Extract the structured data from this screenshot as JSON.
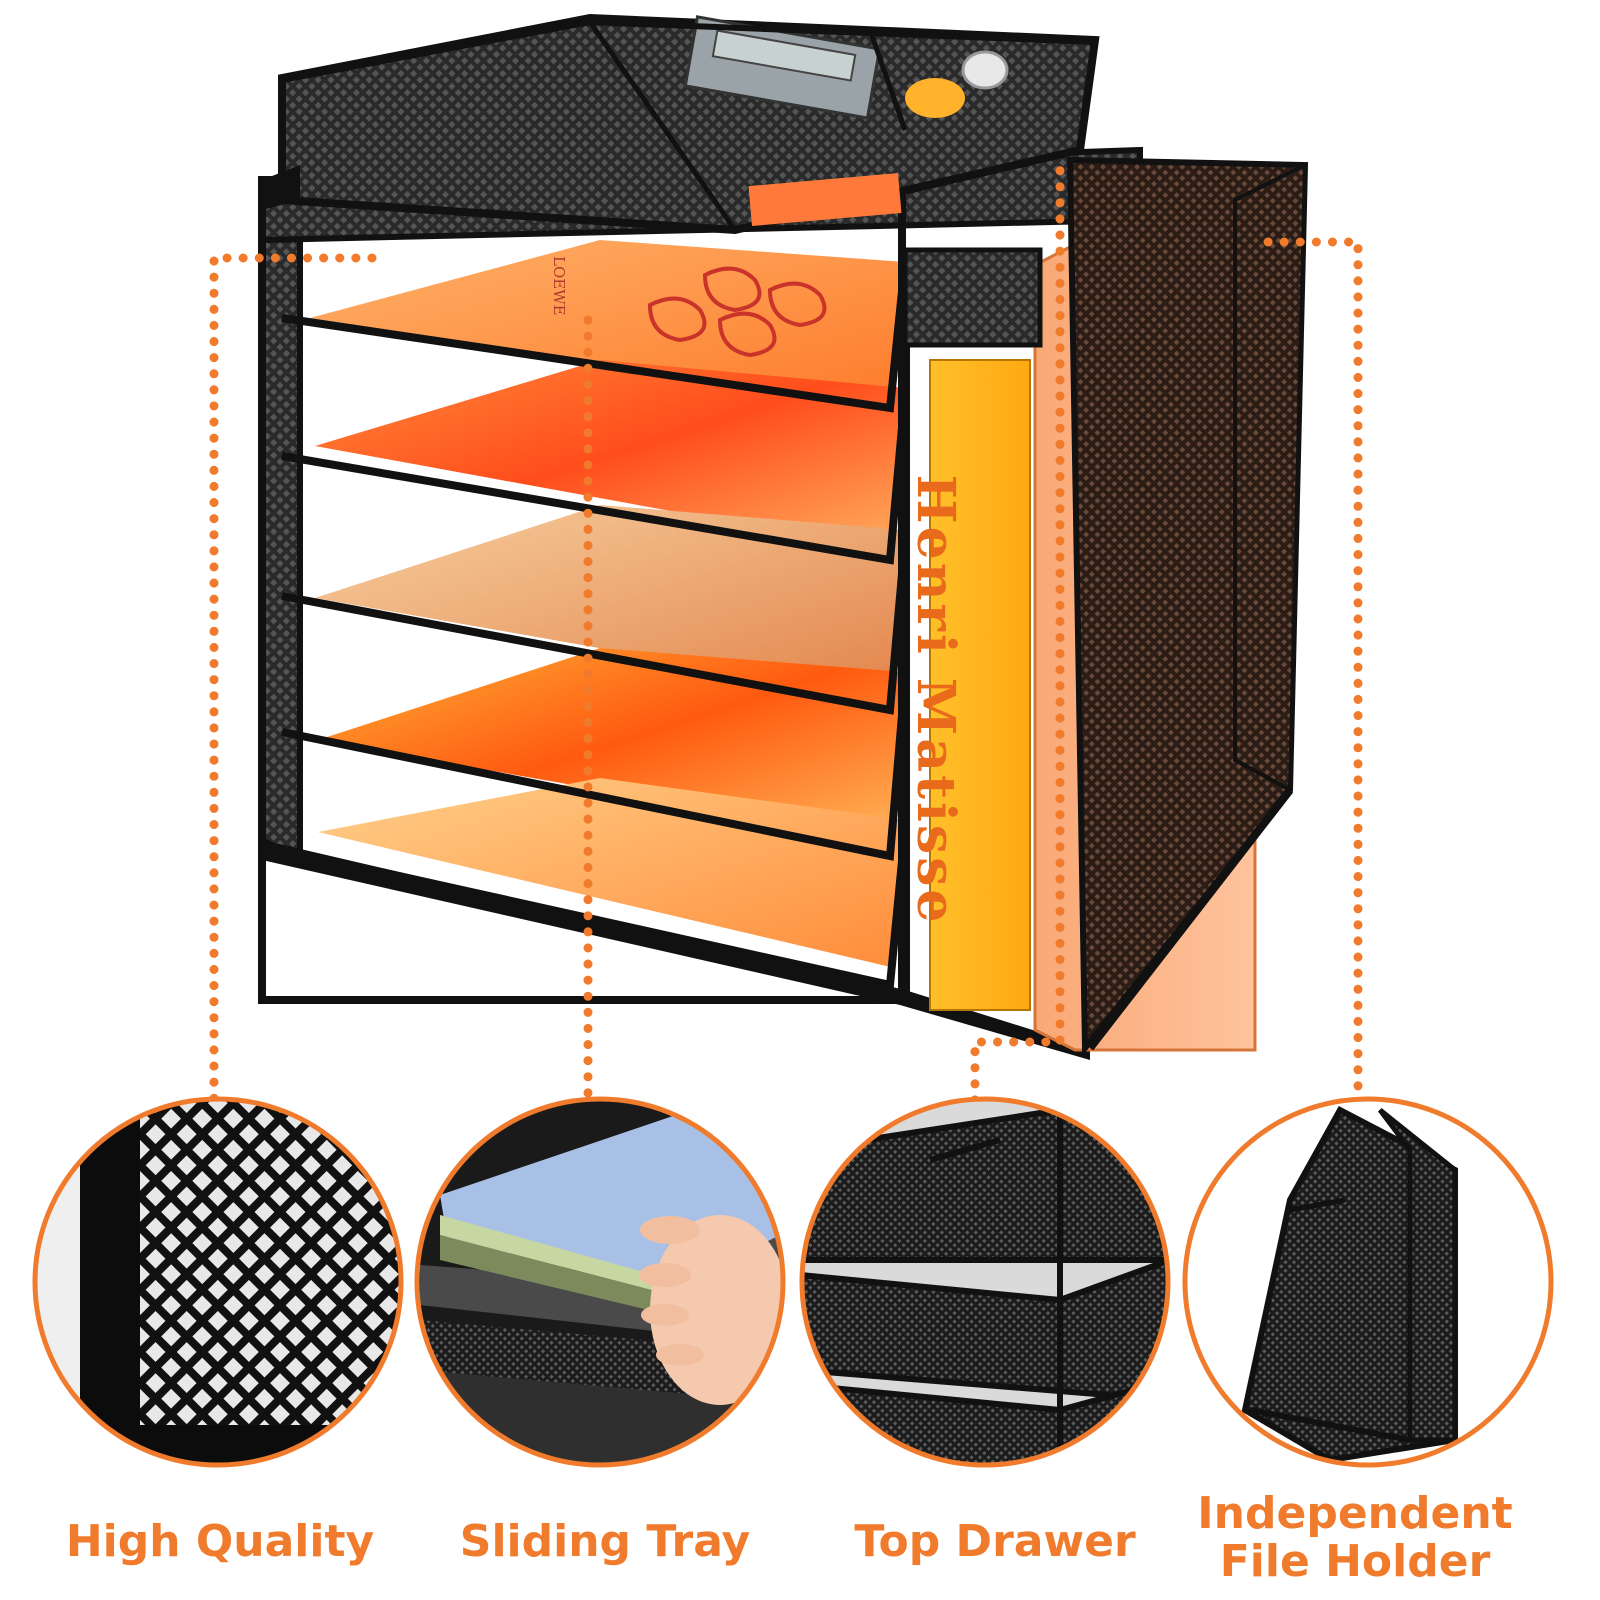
{
  "product": {
    "book_spine_text": "Henri Matisse",
    "top_paper_brand": "LOEWE"
  },
  "features": [
    {
      "label": "High Quality",
      "icon": "mesh-closeup"
    },
    {
      "label": "Sliding Tray",
      "icon": "sliding-tray-closeup"
    },
    {
      "label": "Top Drawer",
      "icon": "top-drawer-closeup"
    },
    {
      "label": "Independent File Holder",
      "icon": "file-holder-closeup"
    }
  ],
  "colors": {
    "accent": "#f07b2c",
    "frame": "#141414",
    "paper_light": "#fcc27a",
    "paper_deep": "#ff6a1a",
    "book": "#ffb81c"
  }
}
